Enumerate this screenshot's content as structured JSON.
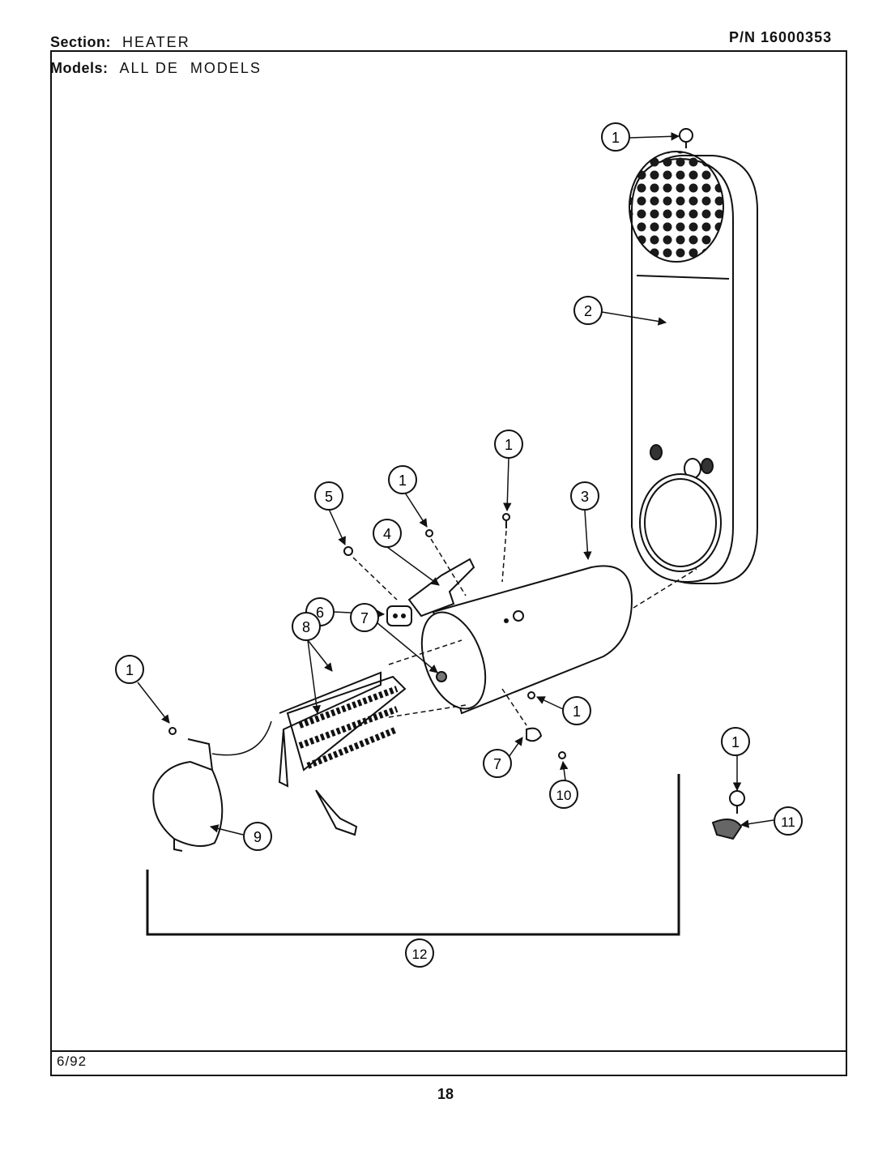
{
  "header": {
    "section_label": "Section:",
    "section_value": "HEATER",
    "models_label": "Models:",
    "models_value": "ALL DE  MODELS",
    "part_number": "P/N 16000353"
  },
  "footer": {
    "date": "6/92",
    "page_number": "18"
  },
  "callouts": [
    "1",
    "2",
    "1",
    "1",
    "3",
    "5",
    "1",
    "4",
    "6",
    "7",
    "8",
    "1",
    "1",
    "7",
    "10",
    "1",
    "11",
    "9",
    "12"
  ]
}
